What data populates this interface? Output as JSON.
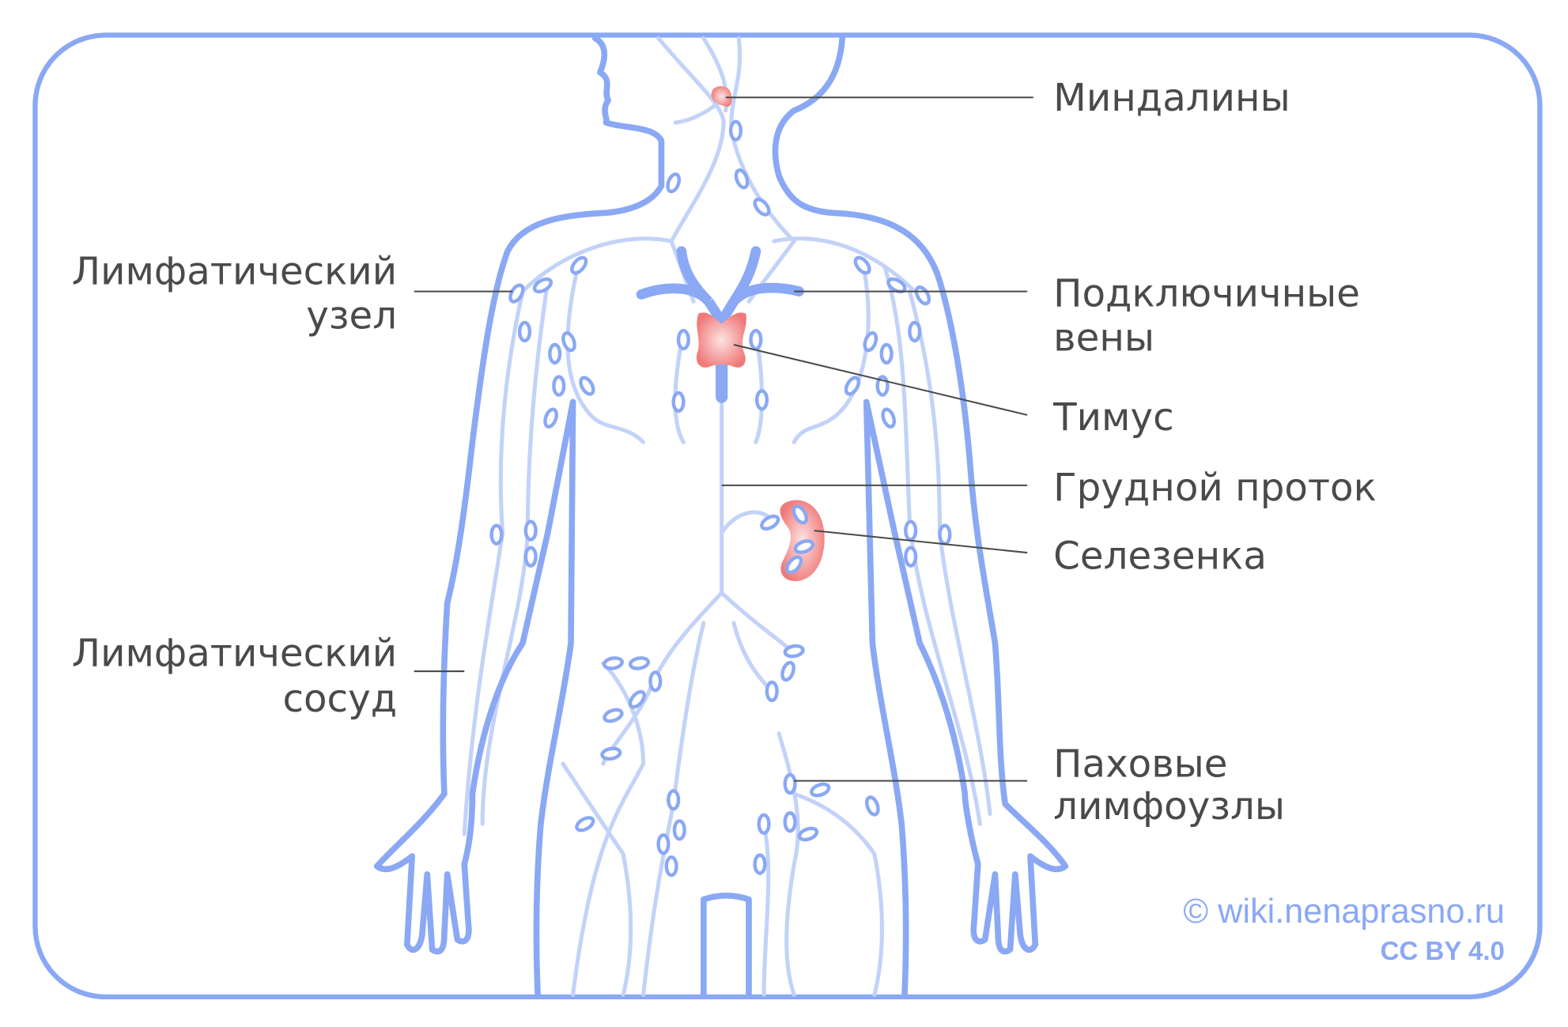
{
  "labels": {
    "tonsils": "Миндалины",
    "lymph_node": [
      "Лимфатический",
      "узел"
    ],
    "subclavian_veins": [
      "Подключичные",
      "вены"
    ],
    "thymus": "Тимус",
    "thoracic_duct": "Грудной проток",
    "spleen": "Селезенка",
    "lymph_vessel": [
      "Лимфатический",
      "сосуд"
    ],
    "inguinal_nodes": [
      "Паховые",
      "лимфоузлы"
    ]
  },
  "watermark": {
    "site": "© wiki.nenaprasno.ru",
    "license": "CC BY 4.0"
  },
  "colors": {
    "outline": "#8aa8f4",
    "vessel": "#c3d2f8",
    "organ": "#f07a7a",
    "text": "#4a4a4a"
  }
}
